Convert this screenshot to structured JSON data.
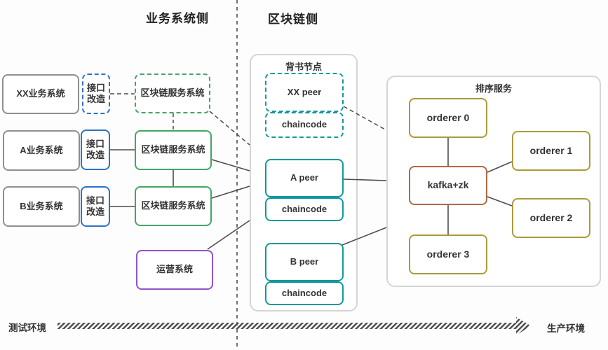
{
  "headers": {
    "business_side": "业务系统侧",
    "blockchain_side": "区块链侧"
  },
  "env_axis": {
    "test_label": "测试环境",
    "production_label": "生产环境"
  },
  "business_rows": [
    {
      "system": "XX业务系统",
      "adapter_top": "接口",
      "adapter_bottom": "改造",
      "service": "区块链服务系统",
      "link_style": "dashed"
    },
    {
      "system": "A业务系统",
      "adapter_top": "接口",
      "adapter_bottom": "改造",
      "service": "区块链服务系统",
      "link_style": "solid"
    },
    {
      "system": "B业务系统",
      "adapter_top": "接口",
      "adapter_bottom": "改造",
      "service": "区块链服务系统",
      "link_style": "solid"
    }
  ],
  "operations": {
    "label": "运营系统"
  },
  "endorsement": {
    "title": "背书节点",
    "peers": [
      {
        "name": "XX peer",
        "chaincode": "chaincode",
        "style": "dashed"
      },
      {
        "name": "A peer",
        "chaincode": "chaincode",
        "style": "solid"
      },
      {
        "name": "B peer",
        "chaincode": "chaincode",
        "style": "solid"
      }
    ]
  },
  "ordering": {
    "title": "排序服务",
    "orderer0": "orderer 0",
    "orderer1": "orderer 1",
    "orderer2": "orderer 2",
    "orderer3": "orderer 3",
    "broker": "kafka+zk"
  },
  "colors": {
    "gray_border": "#8f8f8f",
    "blue": "#2e72c4",
    "green": "#43a567",
    "teal": "#12989e",
    "purple": "#8f54c8",
    "olive": "#ab9b3b",
    "orange": "#b06a45",
    "container_border": "#d5d5d5",
    "connector_line": "#4d4d4d",
    "text": "#333333"
  }
}
